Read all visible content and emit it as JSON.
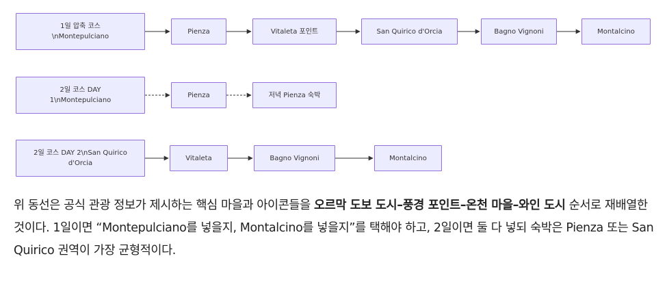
{
  "flows": [
    {
      "nodes": [
        {
          "label": "1일 압축 코스\n\\nMontepulciano"
        },
        {
          "label": "Pienza"
        },
        {
          "label": "Vitaleta 포인트"
        },
        {
          "label": "San Quirico d'Orcia"
        },
        {
          "label": "Bagno Vignoni"
        },
        {
          "label": "Montalcino"
        }
      ]
    },
    {
      "nodes": [
        {
          "label": "2일 코스 DAY\n1\\nMontepulciano"
        },
        {
          "label": "Pienza"
        },
        {
          "label": "저녁 Pienza 숙박"
        }
      ]
    },
    {
      "nodes": [
        {
          "label": "2일 코스 DAY 2\\nSan Quirico\nd'Orcia"
        },
        {
          "label": "Vitaleta"
        },
        {
          "label": "Bagno Vignoni"
        },
        {
          "label": "Montalcino"
        }
      ]
    }
  ],
  "paragraph": {
    "part1": "위 동선은 공식 관광 정보가 제시하는 핵심 마을과 아이콘들을 ",
    "bold1": "오르막 도보 도시–풍경 포인트–온천 마을–와인 도시",
    "part2": " 순서로 재배열한 것이다. 1일이면 “Montepulciano를 넣을지, Montalcino를 넣을지”를 택해야 하고, 2일이면 둘 다 넣되 숙박은 Pienza 또는 San Quirico 권역이 가장 균형적이다."
  },
  "colors": {
    "node_fill": "#ECECFF",
    "node_stroke": "#9370DB",
    "edge": "#333333",
    "text": "#222222"
  }
}
